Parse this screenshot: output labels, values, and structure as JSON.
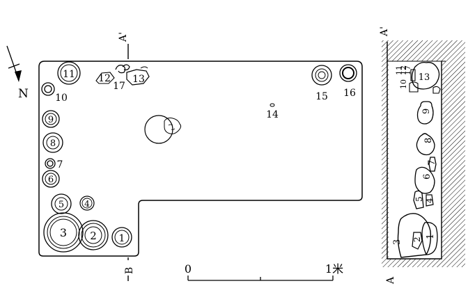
{
  "north_arrow": {
    "label": "N"
  },
  "section_labels": {
    "a_prime_top": "A'",
    "b_bottom": "B",
    "side_top": "A'",
    "side_bottom": "A"
  },
  "scale_bar": {
    "start_label": "0",
    "end_label": "1米"
  },
  "plan_vessels": [
    {
      "id": "1",
      "label": "1"
    },
    {
      "id": "2",
      "label": "2"
    },
    {
      "id": "3",
      "label": "3"
    },
    {
      "id": "4",
      "label": "4"
    },
    {
      "id": "5",
      "label": "5"
    },
    {
      "id": "6",
      "label": "6"
    },
    {
      "id": "7",
      "label": "7"
    },
    {
      "id": "8",
      "label": "8"
    },
    {
      "id": "9",
      "label": "9"
    },
    {
      "id": "10",
      "label": "10"
    },
    {
      "id": "11",
      "label": "11"
    },
    {
      "id": "12",
      "label": "12"
    },
    {
      "id": "13",
      "label": "13"
    },
    {
      "id": "14",
      "label": "14"
    },
    {
      "id": "15",
      "label": "15"
    },
    {
      "id": "16",
      "label": "16"
    },
    {
      "id": "17",
      "label": "17"
    }
  ],
  "section_vessels": [
    {
      "id": "1",
      "label": "1"
    },
    {
      "id": "2",
      "label": "2"
    },
    {
      "id": "3",
      "label": "3"
    },
    {
      "id": "4",
      "label": "4"
    },
    {
      "id": "5",
      "label": "5"
    },
    {
      "id": "6",
      "label": "6"
    },
    {
      "id": "7",
      "label": "7"
    },
    {
      "id": "8",
      "label": "8"
    },
    {
      "id": "9",
      "label": "9"
    },
    {
      "id": "10",
      "label": "10"
    },
    {
      "id": "11",
      "label": "11"
    },
    {
      "id": "12",
      "label": "12"
    },
    {
      "id": "13",
      "label": "13"
    },
    {
      "id": "17",
      "label": "17"
    }
  ]
}
